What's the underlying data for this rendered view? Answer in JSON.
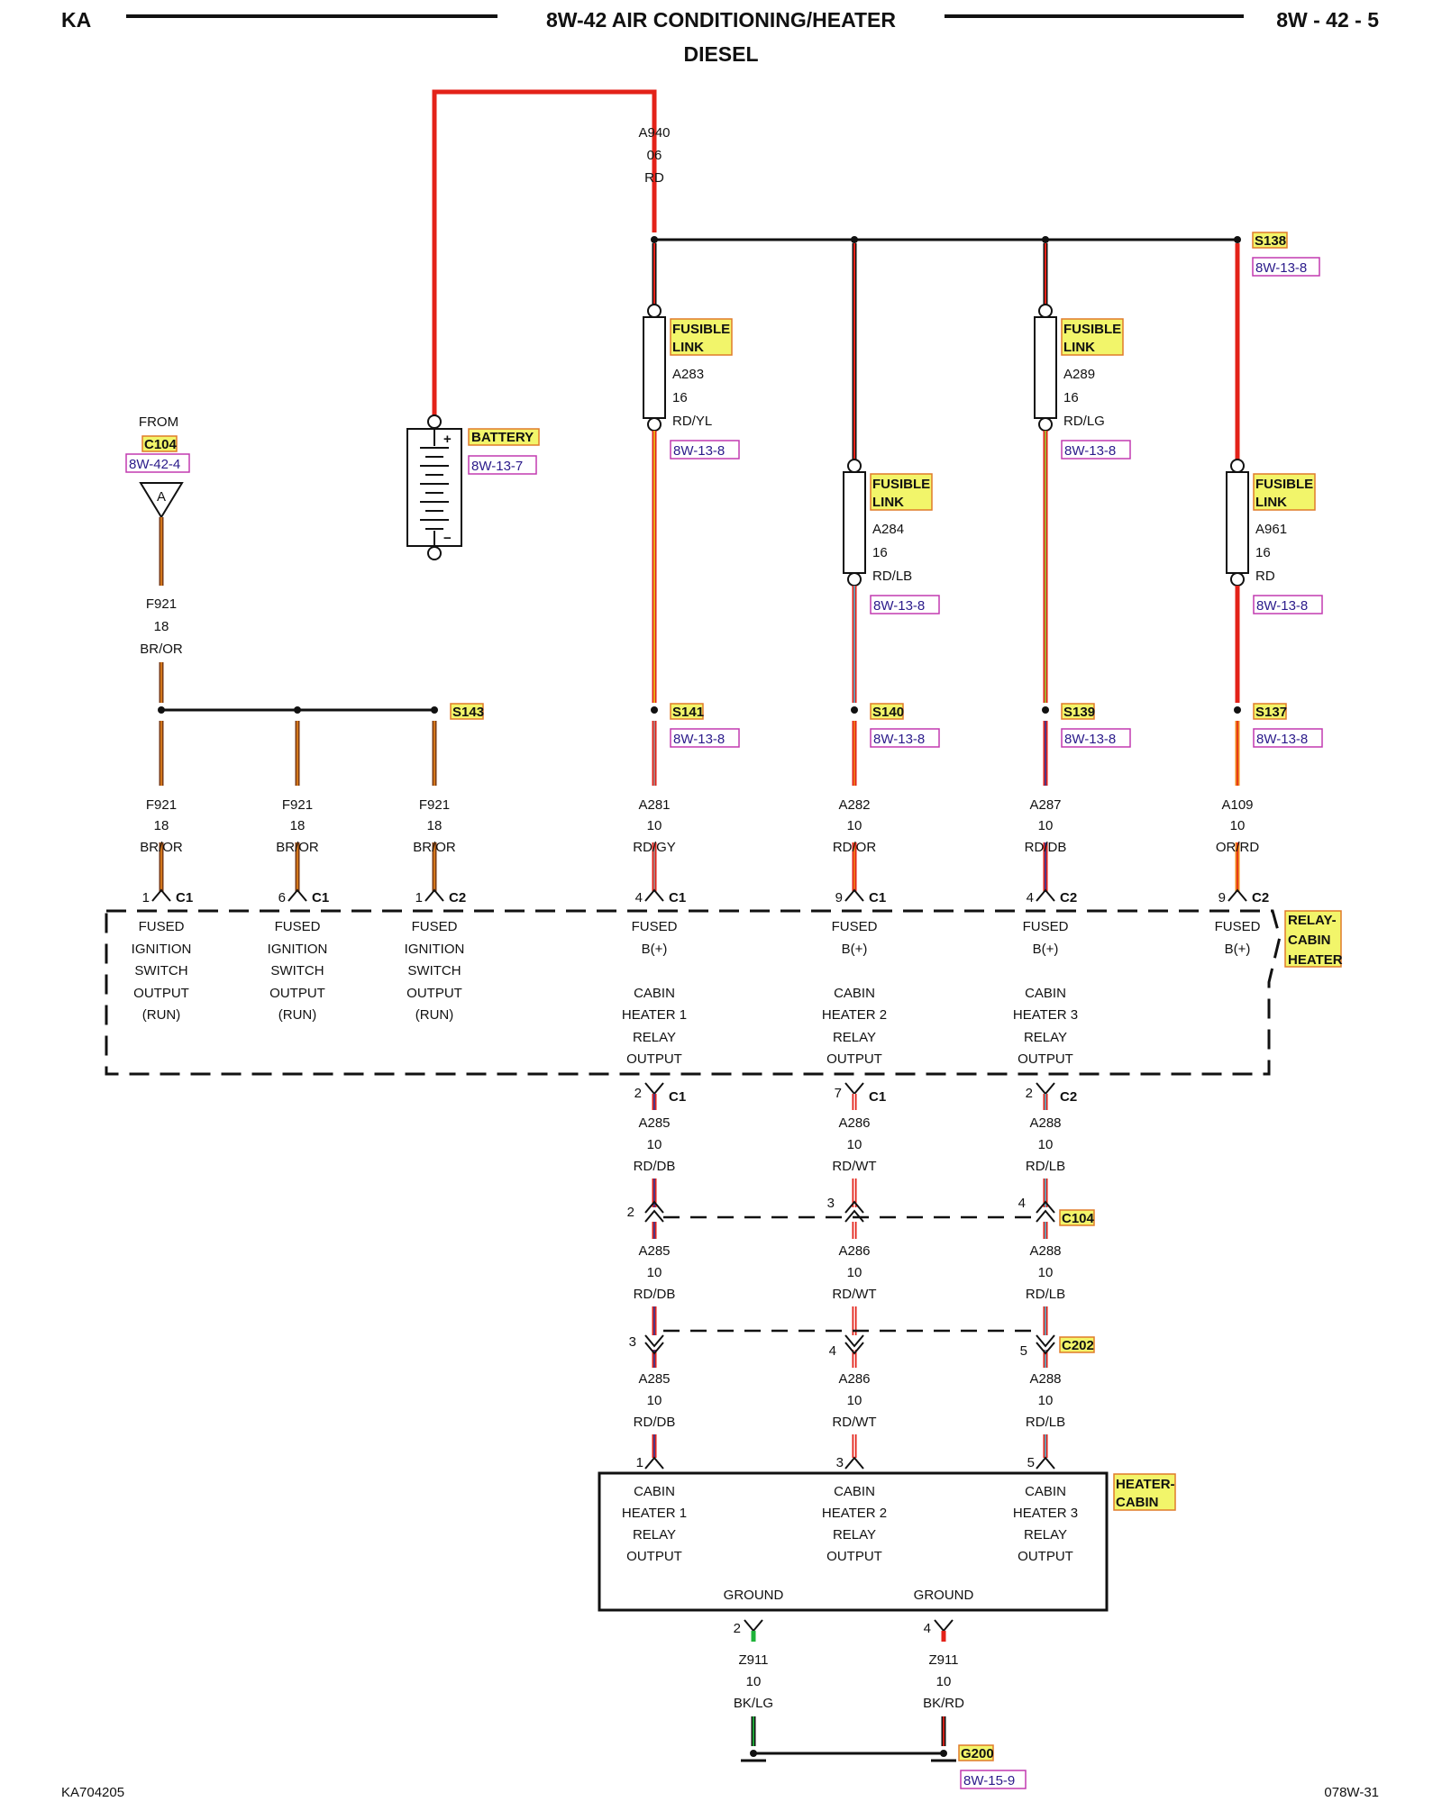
{
  "colors": {
    "red": "#e32219",
    "black": "#111111",
    "brown": "#7a3a14",
    "orange": "#f08a1c",
    "yellow": "#e8d51a",
    "gray": "#9a9a9a",
    "light_blue": "#46c2e0",
    "dark_blue": "#1f3fa8",
    "white": "#ffffff",
    "green": "#1fb33a",
    "light_green": "#8fdc3c",
    "label_bg": "#f2f56a",
    "label_border": "#e07b2a",
    "ref_border": "#c23ab0"
  },
  "header": {
    "left": "KA",
    "title": "8W-42 AIR CONDITIONING/HEATER",
    "subtitle": "DIESEL",
    "right": "8W - 42 - 5"
  },
  "footer": {
    "left": "KA704205",
    "right": "078W-31"
  },
  "battery": {
    "label": "BATTERY",
    "ref": "8W-13-7",
    "plus": "+",
    "minus": "−"
  },
  "main_feed": {
    "circuit": "A940",
    "gauge": "06",
    "color": "RD"
  },
  "splice_top": {
    "name": "S138",
    "ref": "8W-13-8"
  },
  "from_c104": {
    "from": "FROM",
    "conn": "C104",
    "ref": "8W-42-4",
    "pin": "A"
  },
  "ign_feed": {
    "circuit": "F921",
    "gauge": "18",
    "color": "BR/OR"
  },
  "splice_ign": {
    "name": "S143"
  },
  "fusible_links": [
    {
      "line1": "FUSIBLE",
      "line2": "LINK",
      "circuit": "A283",
      "gauge": "16",
      "color": "RD/YL",
      "ref": "8W-13-8"
    },
    {
      "line1": "FUSIBLE",
      "line2": "LINK",
      "circuit": "A284",
      "gauge": "16",
      "color": "RD/LB",
      "ref": "8W-13-8"
    },
    {
      "line1": "FUSIBLE",
      "line2": "LINK",
      "circuit": "A289",
      "gauge": "16",
      "color": "RD/LG",
      "ref": "8W-13-8"
    },
    {
      "line1": "FUSIBLE",
      "line2": "LINK",
      "circuit": "A961",
      "gauge": "16",
      "color": "RD",
      "ref": "8W-13-8"
    }
  ],
  "splices_mid": [
    {
      "name": "S141",
      "ref": "8W-13-8"
    },
    {
      "name": "S140",
      "ref": "8W-13-8"
    },
    {
      "name": "S139",
      "ref": "8W-13-8"
    },
    {
      "name": "S137",
      "ref": "8W-13-8"
    }
  ],
  "relay_inputs": [
    {
      "circuit": "F921",
      "gauge": "18",
      "color": "BR/OR",
      "pin": "1",
      "conn": "C1"
    },
    {
      "circuit": "F921",
      "gauge": "18",
      "color": "BR/OR",
      "pin": "6",
      "conn": "C1"
    },
    {
      "circuit": "F921",
      "gauge": "18",
      "color": "BR/OR",
      "pin": "1",
      "conn": "C2"
    },
    {
      "circuit": "A281",
      "gauge": "10",
      "color": "RD/GY",
      "pin": "4",
      "conn": "C1"
    },
    {
      "circuit": "A282",
      "gauge": "10",
      "color": "RD/OR",
      "pin": "9",
      "conn": "C1"
    },
    {
      "circuit": "A287",
      "gauge": "10",
      "color": "RD/DB",
      "pin": "4",
      "conn": "C2"
    },
    {
      "circuit": "A109",
      "gauge": "10",
      "color": "OR/RD",
      "pin": "9",
      "conn": "C2"
    }
  ],
  "relay": {
    "label1": "RELAY-",
    "label2": "CABIN",
    "label3": "HEATER",
    "ign_lines": [
      "FUSED",
      "IGNITION",
      "SWITCH",
      "OUTPUT",
      "(RUN)"
    ],
    "bplus_lines": [
      "FUSED",
      "B(+)"
    ],
    "out_lines_1": [
      "CABIN",
      "HEATER 1",
      "RELAY",
      "OUTPUT"
    ],
    "out_lines_2": [
      "CABIN",
      "HEATER 2",
      "RELAY",
      "OUTPUT"
    ],
    "out_lines_3": [
      "CABIN",
      "HEATER 3",
      "RELAY",
      "OUTPUT"
    ]
  },
  "relay_outputs": [
    {
      "pin": "2",
      "conn": "C1",
      "circuit": "A285",
      "gauge": "10",
      "color": "RD/DB"
    },
    {
      "pin": "7",
      "conn": "C1",
      "circuit": "A286",
      "gauge": "10",
      "color": "RD/WT"
    },
    {
      "pin": "2",
      "conn": "C2",
      "circuit": "A288",
      "gauge": "10",
      "color": "RD/LB"
    }
  ],
  "c104": {
    "name": "C104",
    "pins": [
      "2",
      "3",
      "4"
    ]
  },
  "c202": {
    "name": "C202",
    "pins": [
      "3",
      "4",
      "5"
    ]
  },
  "heater_inputs": [
    "1",
    "3",
    "5"
  ],
  "heater": {
    "label1": "HEATER-",
    "label2": "CABIN",
    "col1": [
      "CABIN",
      "HEATER 1",
      "RELAY",
      "OUTPUT"
    ],
    "col2": [
      "CABIN",
      "HEATER 2",
      "RELAY",
      "OUTPUT"
    ],
    "col3": [
      "CABIN",
      "HEATER 3",
      "RELAY",
      "OUTPUT"
    ],
    "ground1": "GROUND",
    "ground2": "GROUND"
  },
  "grounds": [
    {
      "pin": "2",
      "circuit": "Z911",
      "gauge": "10",
      "color": "BK/LG"
    },
    {
      "pin": "4",
      "circuit": "Z911",
      "gauge": "10",
      "color": "BK/RD"
    }
  ],
  "g200": {
    "name": "G200",
    "ref": "8W-15-9"
  }
}
